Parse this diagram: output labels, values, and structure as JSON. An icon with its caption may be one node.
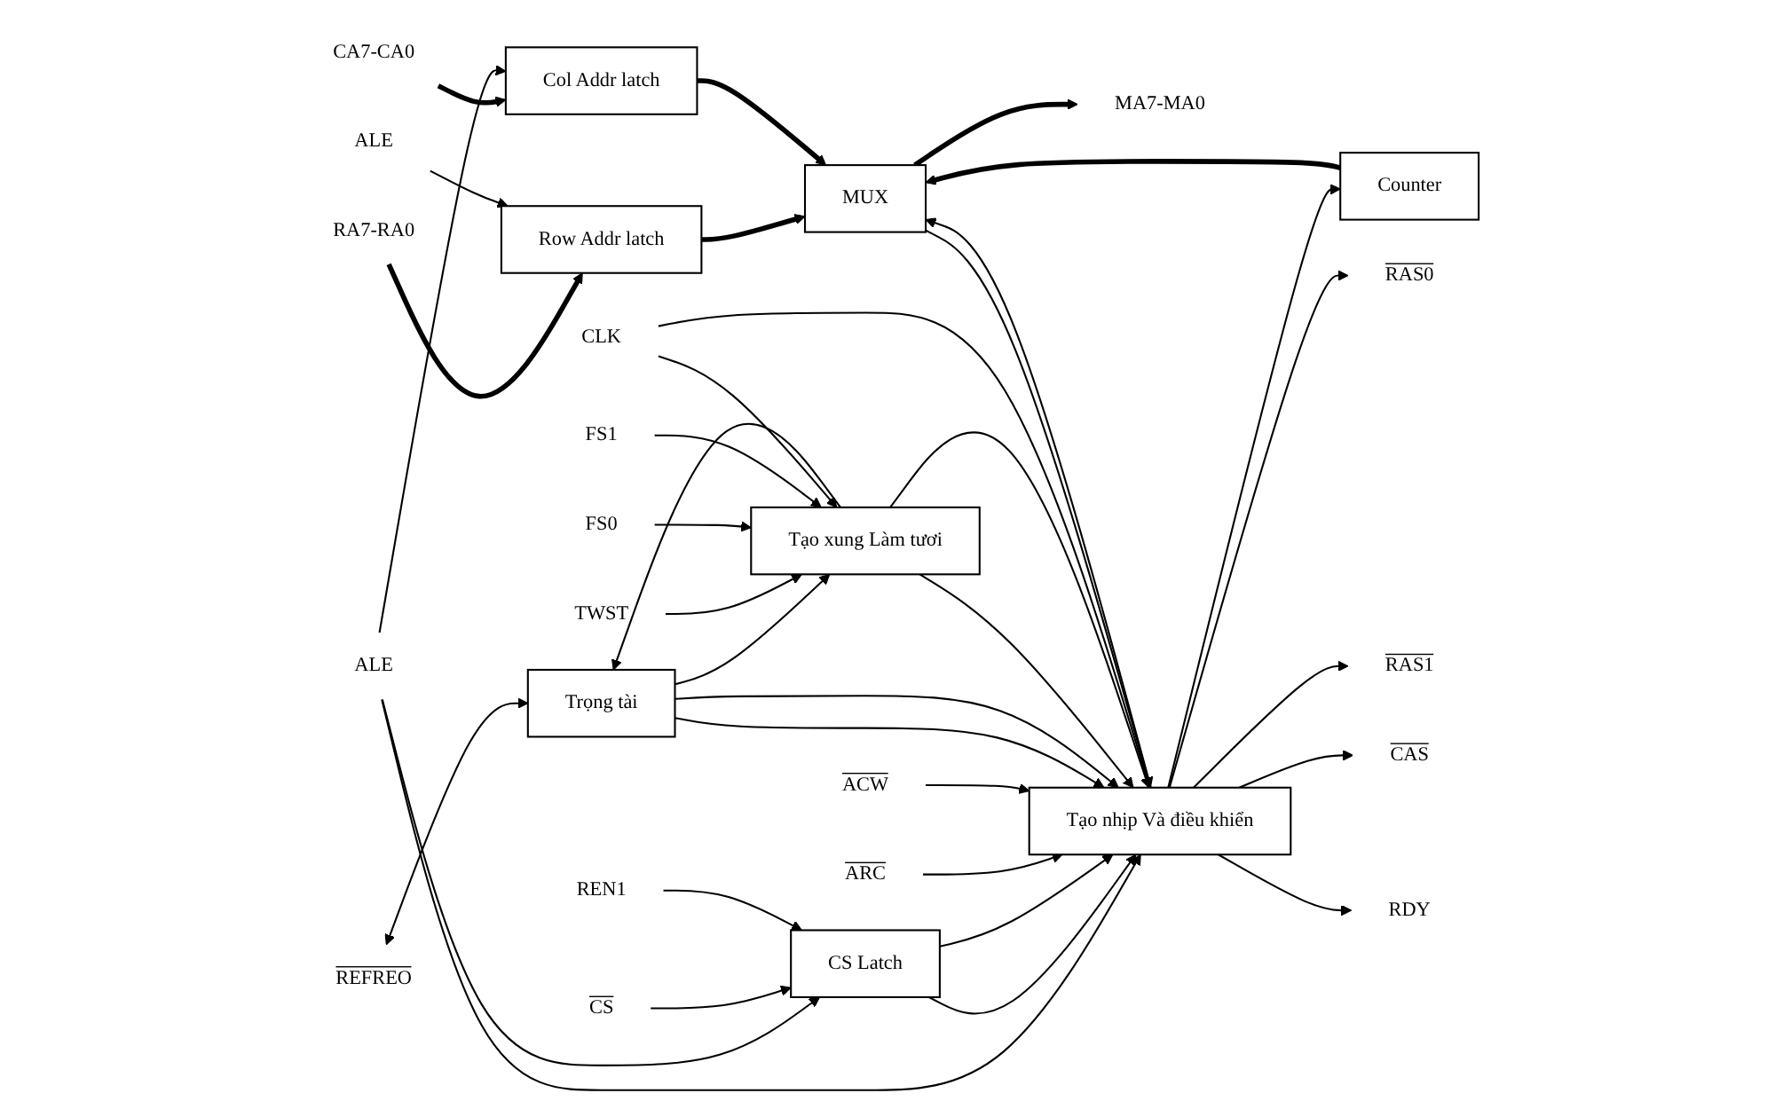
{
  "diagram": {
    "nodes": [
      {
        "text": [
          "RA7-RA0"
        ]
      },
      {
        "text": [
          "Row Addr latch"
        ]
      },
      {
        "text": [
          "MUX"
        ]
      },
      {
        "text": [
          "MA7-MA0"
        ]
      },
      {
        "text": [
          "ALE"
        ]
      },
      {
        "text": [
          "CA7-CA0"
        ]
      },
      {
        "text": [
          "Col Addr latch"
        ]
      },
      {
        "text": [
          "Counter"
        ]
      },
      {
        "text": [
          "ALE"
        ]
      },
      {
        "text": [
          "CS"
        ]
      },
      {
        "text": [
          "CS Latch"
        ]
      },
      {
        "text": [
          "Tạo nhịp Và điều khiển"
        ]
      },
      {
        "text": [
          "RAS0"
        ]
      },
      {
        "text": [
          "REN1"
        ]
      },
      {
        "text": [
          "ARC"
        ]
      },
      {
        "text": [
          "RAS1"
        ]
      },
      {
        "text": [
          "ACW"
        ]
      },
      {
        "text": [
          "REFREO"
        ]
      },
      {
        "text": [
          "Trọng tài"
        ]
      },
      {
        "text": [
          "CAS"
        ]
      },
      {
        "text": [
          "TWST"
        ]
      },
      {
        "text": [
          "Tạo xung Làm tươi"
        ]
      },
      {
        "text": [
          "RDY"
        ]
      },
      {
        "text": [
          "FS0"
        ]
      },
      {
        "text": [
          "FS1"
        ]
      },
      {
        "text": [
          "CLK"
        ]
      }
    ],
    "edges": [
      {
        "from": 0,
        "to": 1,
        "arrow": "to",
        "style": "thick"
      },
      {
        "from": 1,
        "to": 2,
        "arrow": "to",
        "style": "thick"
      },
      {
        "from": 4,
        "to": 1,
        "arrow": "to"
      },
      {
        "from": 5,
        "to": 6,
        "arrow": "to",
        "style": "thick"
      },
      {
        "from": 6,
        "to": 2,
        "arrow": "to",
        "style": "thick"
      },
      {
        "from": 7,
        "to": 2,
        "arrow": "to",
        "style": "thick"
      },
      {
        "from": 2,
        "to": 3,
        "arrow": "to",
        "style": "thick"
      },
      {
        "from": 8,
        "to": 6,
        "arrow": "to"
      },
      {
        "from": 8,
        "to": 10,
        "arrow": "to"
      },
      {
        "from": 8,
        "to": 11,
        "arrow": "to"
      },
      {
        "from": 9,
        "to": 10,
        "arrow": "to"
      },
      {
        "from": 13,
        "to": 10,
        "arrow": "to"
      },
      {
        "from": 10,
        "to": 11,
        "arrow": "to"
      },
      {
        "from": 10,
        "to": 11,
        "arrow": "to"
      },
      {
        "from": 14,
        "to": 11,
        "arrow": "to"
      },
      {
        "from": 16,
        "to": 11,
        "arrow": "to"
      },
      {
        "from": 17,
        "to": 18,
        "arrow": "both"
      },
      {
        "from": 18,
        "to": 11,
        "arrow": "to"
      },
      {
        "from": 18,
        "to": 11,
        "arrow": "to"
      },
      {
        "from": 21,
        "to": 18,
        "arrow": "to"
      },
      {
        "from": 18,
        "to": 21,
        "arrow": "to"
      },
      {
        "from": 20,
        "to": 21,
        "arrow": "to"
      },
      {
        "from": 23,
        "to": 21,
        "arrow": "to"
      },
      {
        "from": 24,
        "to": 21,
        "arrow": "to"
      },
      {
        "from": 21,
        "to": 11,
        "arrow": "to"
      },
      {
        "from": 21,
        "to": 11,
        "arrow": "to"
      },
      {
        "from": 25,
        "to": 21,
        "arrow": "to"
      },
      {
        "from": 25,
        "to": 11,
        "arrow": "to"
      },
      {
        "from": 11,
        "to": 7,
        "arrow": "to"
      },
      {
        "from": 11,
        "to": 2,
        "arrow": "to"
      },
      {
        "from": 2,
        "to": 11,
        "arrow": "to"
      },
      {
        "from": 11,
        "to": 12,
        "arrow": "to"
      },
      {
        "from": 11,
        "to": 15,
        "arrow": "to"
      },
      {
        "from": 11,
        "to": 19,
        "arrow": "to"
      },
      {
        "from": 11,
        "to": 22,
        "arrow": "to"
      }
    ]
  }
}
